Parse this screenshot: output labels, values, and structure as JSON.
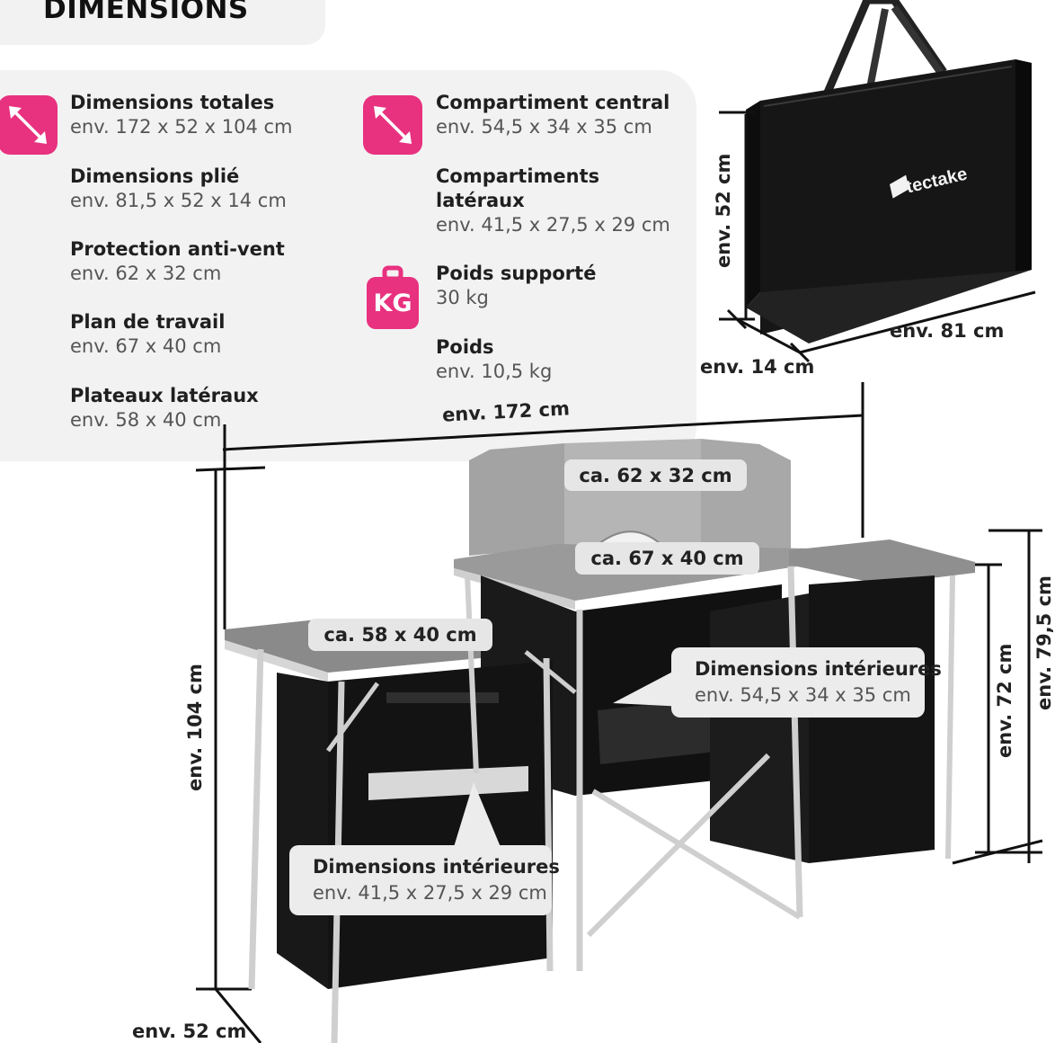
{
  "title": "DIMENSIONS",
  "specs": [
    {
      "label": "Dimensions totales",
      "value": "env. 172 x 52 x 104 cm",
      "icon": "diagonal-arrow-icon"
    },
    {
      "label": "Dimensions plié",
      "value": "env. 81,5 x 52 x 14 cm"
    },
    {
      "label": "Protection anti-vent",
      "value": "env. 62 x 32 cm"
    },
    {
      "label": "Plan de travail",
      "value": "env. 67 x 40 cm"
    },
    {
      "label": "Plateaux latéraux",
      "value": "env. 58 x 40 cm"
    },
    {
      "label": "Compartiment central",
      "value": "env. 54,5 x 34 x 35 cm",
      "icon": "diagonal-arrow-icon"
    },
    {
      "label_line1": "Compartiments",
      "label_line2": "latéraux",
      "value": "env. 41,5 x 27,5 x 29 cm"
    },
    {
      "label": "Poids supporté",
      "value": "30 kg",
      "icon": "weight-icon",
      "icon_text": "KG"
    },
    {
      "label": "Poids",
      "value": "env. 10,5 kg"
    }
  ],
  "bag": {
    "brand": "tectake",
    "height_label": "env. 52 cm",
    "depth_label": "env. 14 cm",
    "width_label": "env. 81 cm"
  },
  "kitchen": {
    "total_width_label": "env. 172 cm",
    "total_height_label": "env. 104 cm",
    "depth_label": "env. 52 cm",
    "right_height_label": "env. 72 cm",
    "right_height_label_partial": "env. 79,5 cm",
    "windscreen_label": "ca. 62 x 32 cm",
    "worktop_label": "ca. 67 x 40 cm",
    "side_tray_label": "ca. 58 x 40 cm",
    "center_callout": {
      "label": "Dimensions intérieures",
      "value": "env. 54,5 x 34 x 35 cm"
    },
    "side_callout": {
      "label": "Dimensions intérieures",
      "value": "env. 41,5 x 27,5 x 29 cm"
    }
  },
  "colors": {
    "accent": "#e8317f",
    "panel": "#f2f2f2",
    "fabric": "#161616",
    "frame": "#c9c9c9"
  }
}
